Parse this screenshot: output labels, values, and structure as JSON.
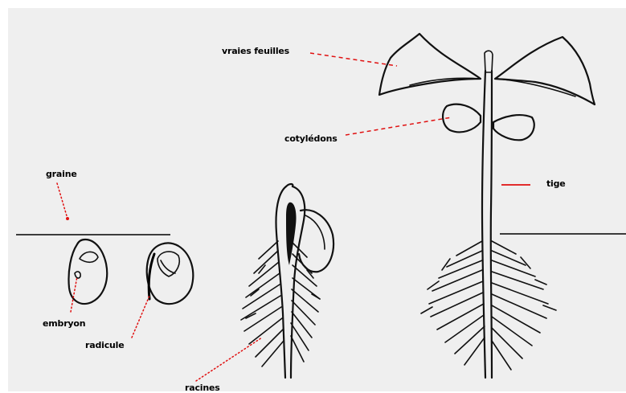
{
  "labels": {
    "vraies_feuilles": "vraies feuilles",
    "cotyledons": "cotylédons",
    "graine": "graine",
    "tige": "tige",
    "embryon": "embryon",
    "radicule": "radicule",
    "racines": "racines"
  },
  "colors": {
    "background": "#efefef",
    "ink": "#111111",
    "leader": "#e01010"
  }
}
